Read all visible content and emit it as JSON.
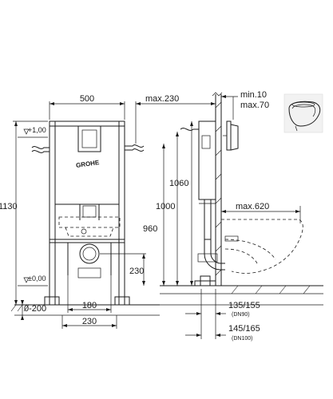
{
  "brand": "GROHE",
  "dimensions": {
    "frame_width": "500",
    "max_depth": "max.230",
    "wall_min": "min.10",
    "wall_max": "max.70",
    "level_top": "+1,00",
    "level_floor": "±0,00",
    "total_height": "1130",
    "h_1060": "1060",
    "h_1000": "1000",
    "h_960": "960",
    "h_230": "230",
    "floor_range": "0-200",
    "w_180": "180",
    "w_230": "230",
    "bowl_length": "max.620",
    "pipe_a": "135/155",
    "pipe_a_dn": "(DN90)",
    "pipe_b": "145/165",
    "pipe_b_dn": "(DN100)"
  }
}
